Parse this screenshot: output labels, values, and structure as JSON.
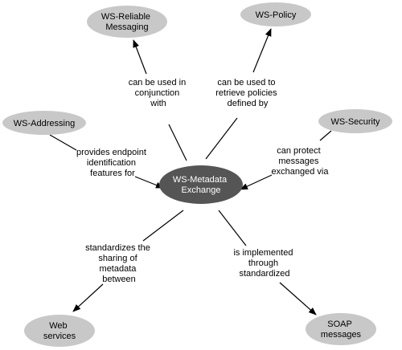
{
  "colors": {
    "node_fill": "#c8c8c8",
    "center_fill": "#555555",
    "arrow": "#000000",
    "edge": "#000000"
  },
  "center": {
    "lines": [
      "WS-Metadata",
      "Exchange"
    ]
  },
  "nodes": {
    "reliable": {
      "lines": [
        "WS-Reliable",
        "Messaging"
      ]
    },
    "policy": {
      "lines": [
        "WS-Policy"
      ]
    },
    "addressing": {
      "lines": [
        "WS-Addressing"
      ]
    },
    "security": {
      "lines": [
        "WS-Security"
      ]
    },
    "web_services": {
      "lines": [
        "Web",
        "services"
      ]
    },
    "soap": {
      "lines": [
        "SOAP",
        "messages"
      ]
    }
  },
  "edges": {
    "reliable": {
      "lines": [
        "can be used in",
        "conjunction",
        "with"
      ]
    },
    "policy": {
      "lines": [
        "can be used to",
        "retrieve policies",
        "defined by"
      ]
    },
    "addressing": {
      "lines": [
        "provides endpoint",
        "identification",
        "features for"
      ]
    },
    "security": {
      "lines": [
        "can protect",
        "messages",
        "exchanged via"
      ]
    },
    "web_services": {
      "lines": [
        "standardizes the",
        "sharing of",
        "metadata",
        "between"
      ]
    },
    "soap": {
      "lines": [
        "is implemented",
        "through",
        "standardized"
      ]
    }
  }
}
